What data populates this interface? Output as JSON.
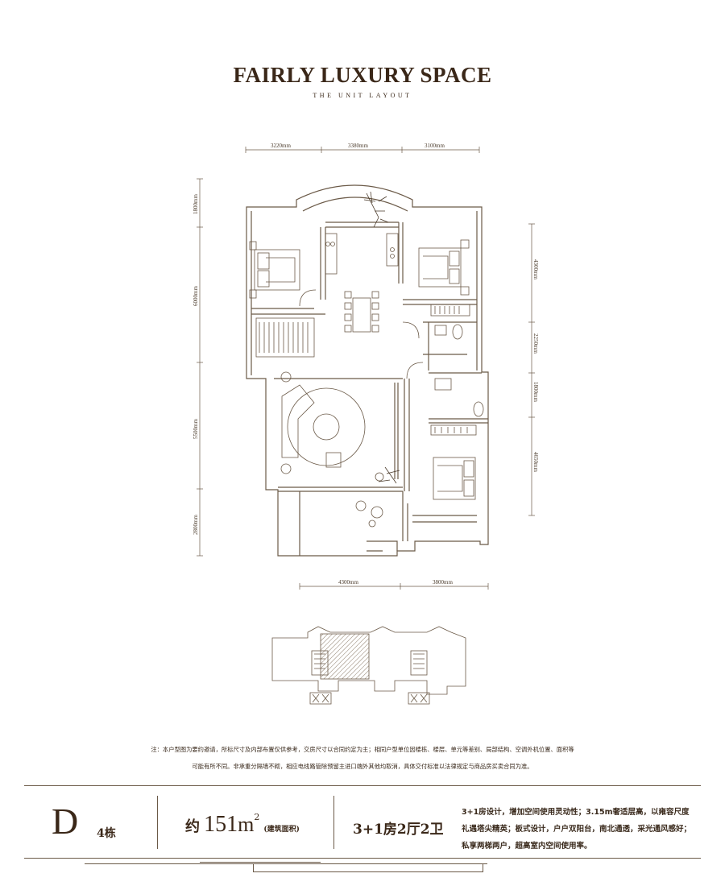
{
  "header": {
    "title": "FAIRLY LUXURY SPACE",
    "subtitle": "THE UNIT LAYOUT"
  },
  "dimensions": {
    "top": [
      "3220mm",
      "3380mm",
      "3100mm"
    ],
    "left": [
      "1800mm",
      "6000mm",
      "5500mm",
      "2800mm"
    ],
    "right": [
      "4300mm",
      "2250mm",
      "1800mm",
      "4650mm"
    ],
    "bottom": [
      "4300mm",
      "3800mm"
    ]
  },
  "notes": {
    "line1": "注：本户型图为要约邀请，所标尺寸及内部布置仅供参考，交房尺寸以合同约定为主；相同户型单位因楼栋、楼层、单元等差别、局部结构、空调外机位置、面积等",
    "line2": "可能有所不同。非承重分隔墙不砌，相应电线路管除预留主进口端外其他均取消，具体交付标准以法律规定与商品房买卖合同为准。"
  },
  "unit_info": {
    "unit_letter": "D",
    "building": "4栋",
    "area_prefix": "约",
    "area_value": "151",
    "area_unit": "m",
    "area_sup": "2",
    "area_note": "(建筑面积)",
    "layout": "3+1房2厅2卫",
    "description": "3+1房设计，增加空间使用灵动性；3.15m奢适层高，以雍容尺度礼遇塔尖精英；板式设计，户户双阳台，南北通透，采光通风感好；私享两梯两户，超高室内空间使用率。"
  },
  "colors": {
    "line": "#6b5a48",
    "text": "#3a2718",
    "hatch": "#8a7a68"
  }
}
